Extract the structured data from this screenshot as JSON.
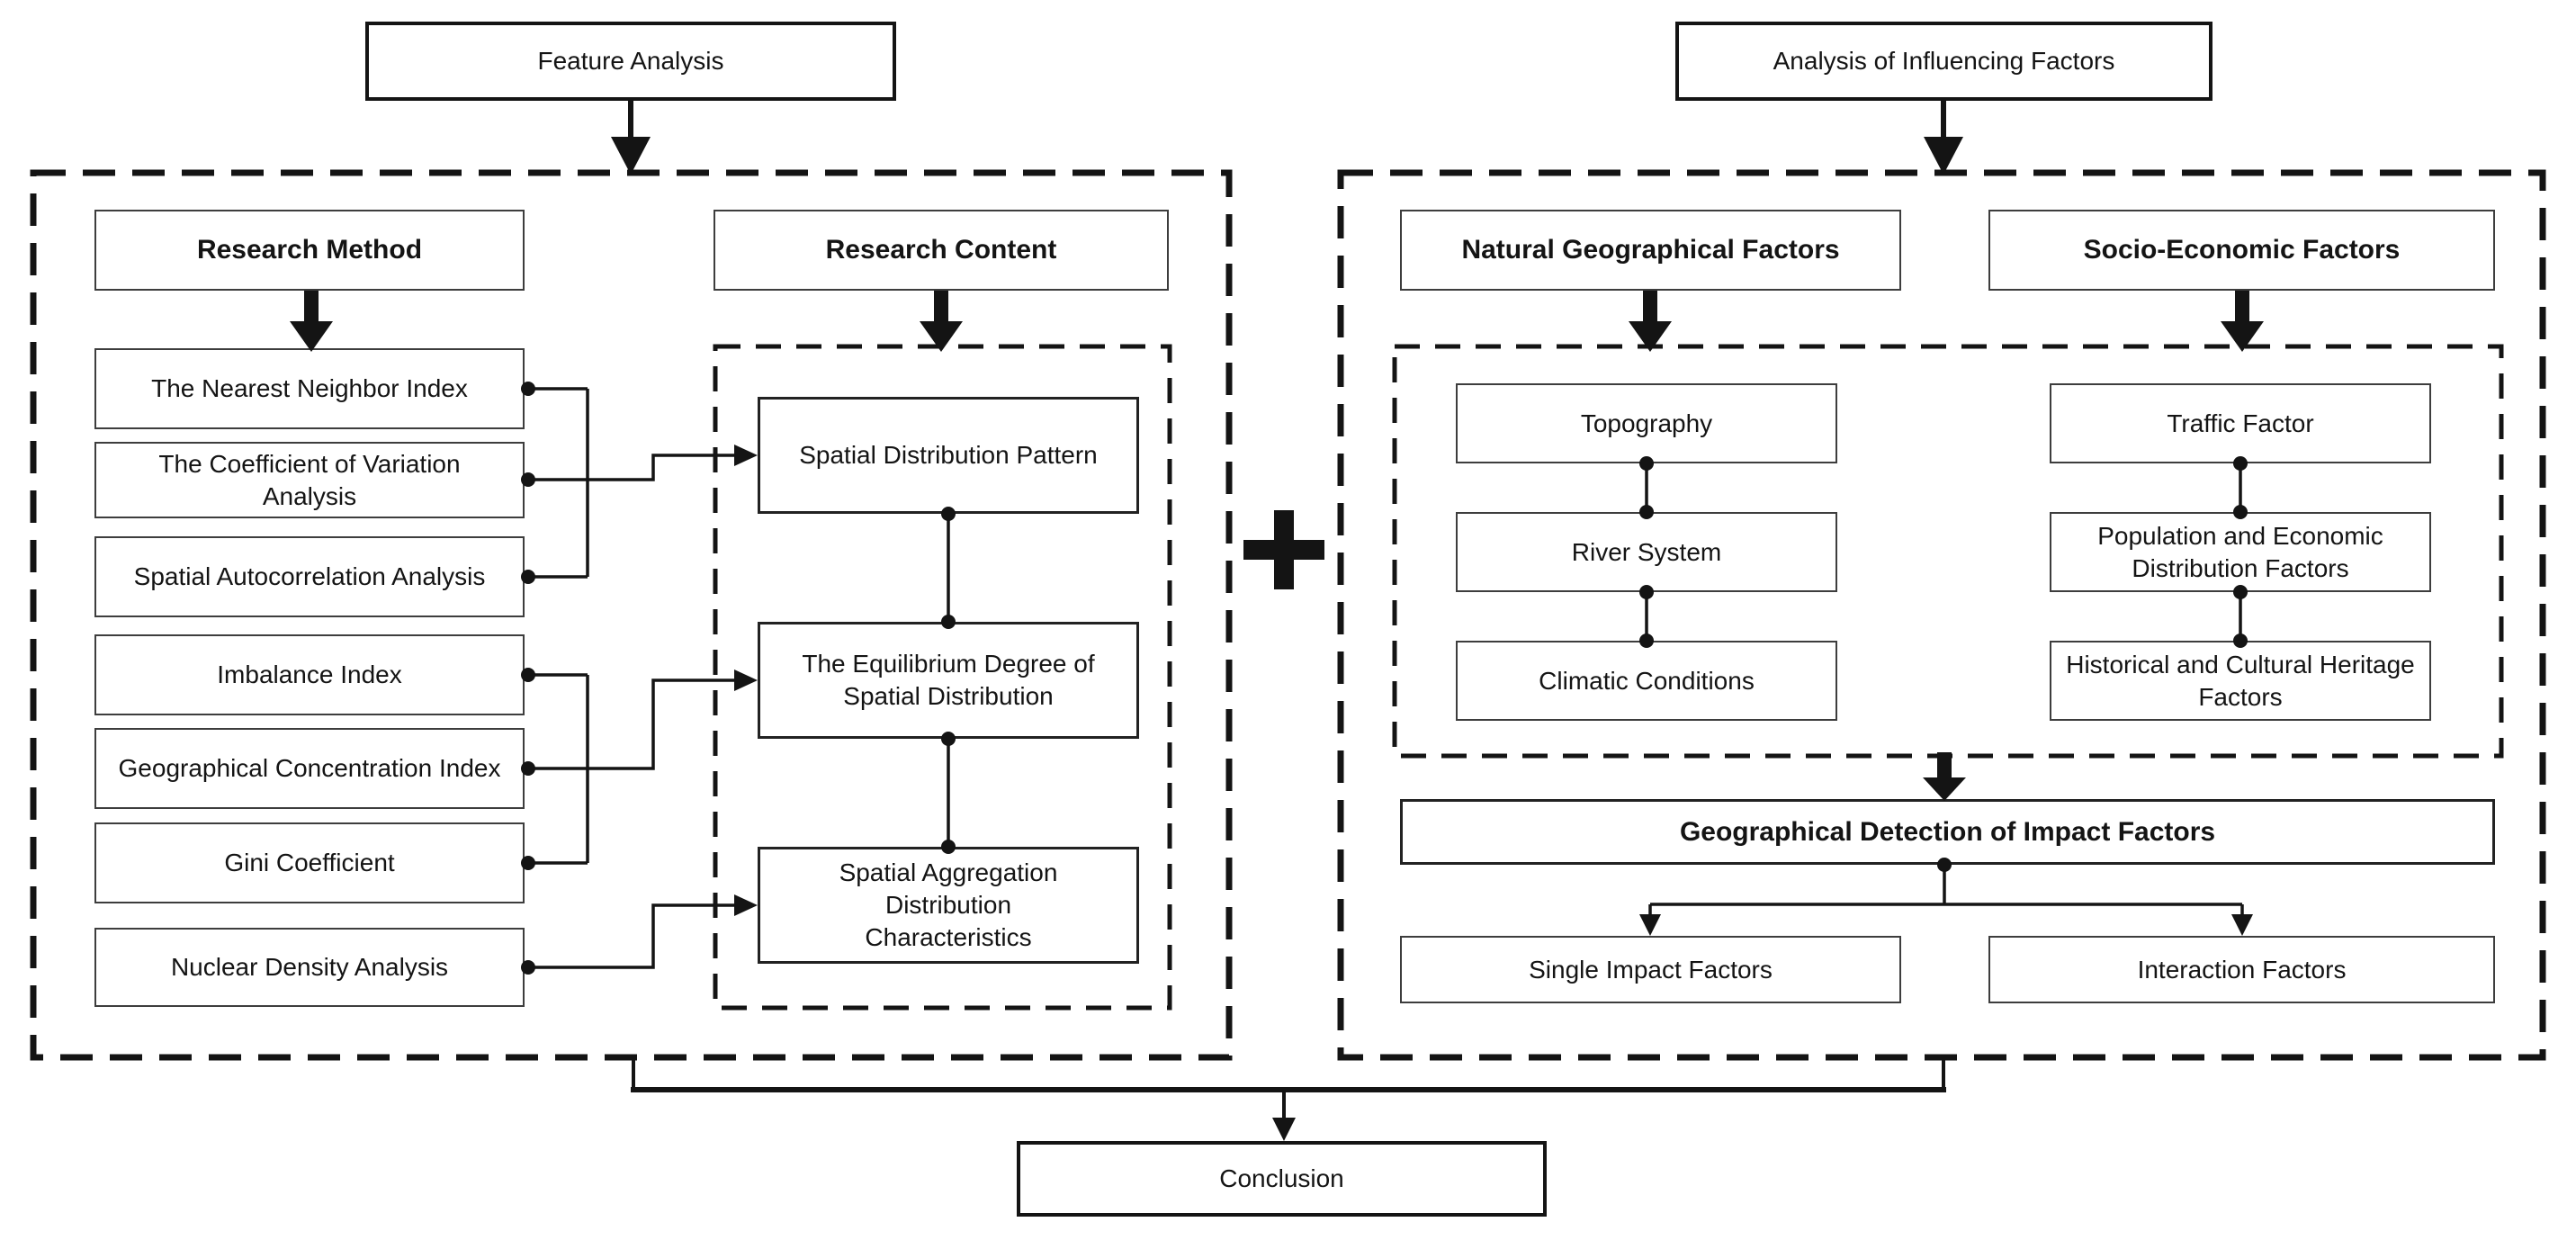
{
  "canvas": {
    "background_color": "#ffffff",
    "line_color": "#141414"
  },
  "top": {
    "feature_analysis": "Feature Analysis",
    "influencing_factors": "Analysis of Influencing Factors"
  },
  "left_panel": {
    "headers": {
      "method": "Research Method",
      "content": "Research Content"
    },
    "methods": [
      "The Nearest Neighbor Index",
      "The Coefficient of Variation Analysis",
      "Spatial Autocorrelation Analysis",
      "Imbalance Index",
      "Geographical Concentration Index",
      "Gini Coefficient",
      "Nuclear Density Analysis"
    ],
    "contents": [
      "Spatial Distribution Pattern",
      "The Equilibrium Degree of Spatial Distribution",
      "Spatial Aggregation Distribution Characteristics"
    ]
  },
  "right_panel": {
    "headers": {
      "natural": "Natural Geographical Factors",
      "socio": "Socio-Economic Factors"
    },
    "natural_factors": [
      "Topography",
      "River System",
      "Climatic Conditions"
    ],
    "socio_factors": [
      "Traffic Factor",
      "Population and Economic Distribution Factors",
      "Historical and Cultural Heritage Factors"
    ],
    "detection": "Geographical Detection of Impact Factors",
    "results": [
      "Single Impact Factors",
      "Interaction Factors"
    ]
  },
  "join_symbol": "+",
  "conclusion": "Conclusion"
}
